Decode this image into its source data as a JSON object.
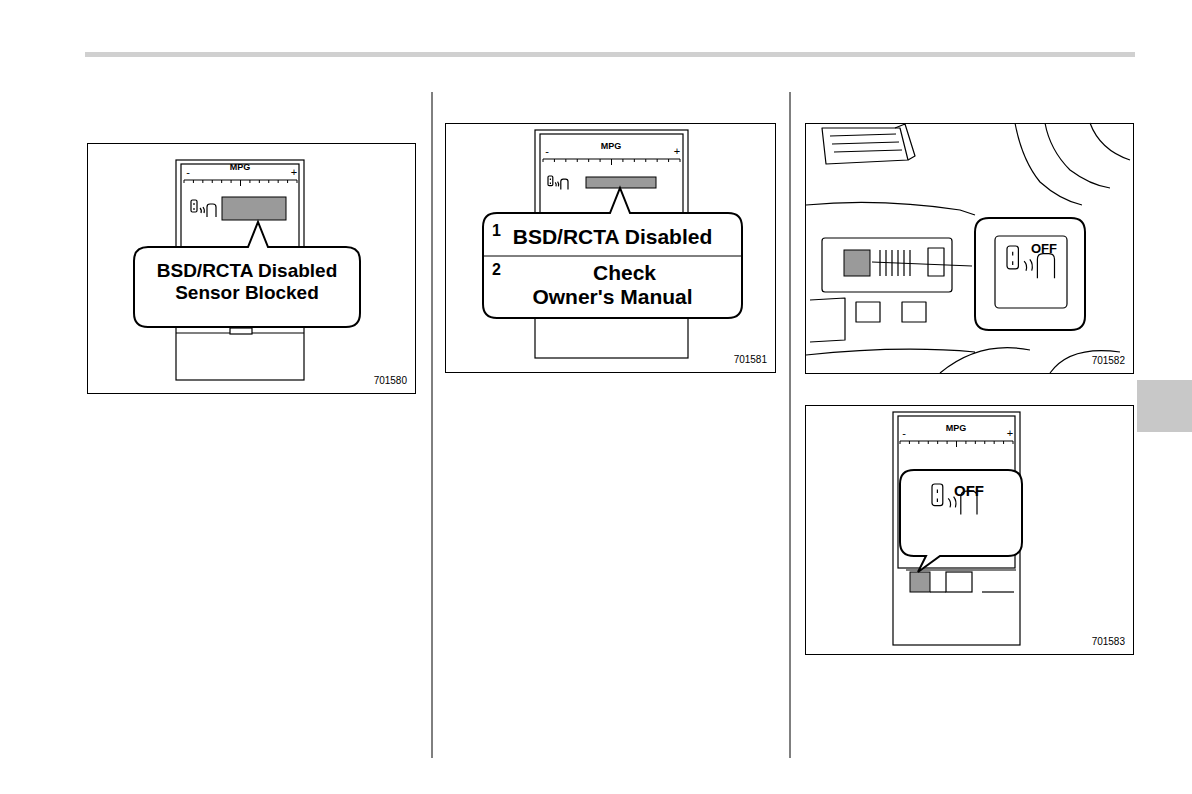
{
  "diagram": {
    "nodes": [
      {
        "text": [
          "BSD/RCTA Disabled Sensor Blocked"
        ]
      },
      {
        "text": [
          "1",
          "BSD/RCTA Disabled",
          "2",
          "Check Owner's Manual"
        ]
      },
      {
        "text": [
          "OFF"
        ]
      },
      {
        "text": [
          "OFF"
        ]
      }
    ],
    "labels": [
      "MPG",
      "-",
      "+",
      "701580",
      "MPG",
      "-",
      "+",
      "701581",
      "701582",
      "MPG",
      "-",
      "+",
      "701583"
    ]
  }
}
